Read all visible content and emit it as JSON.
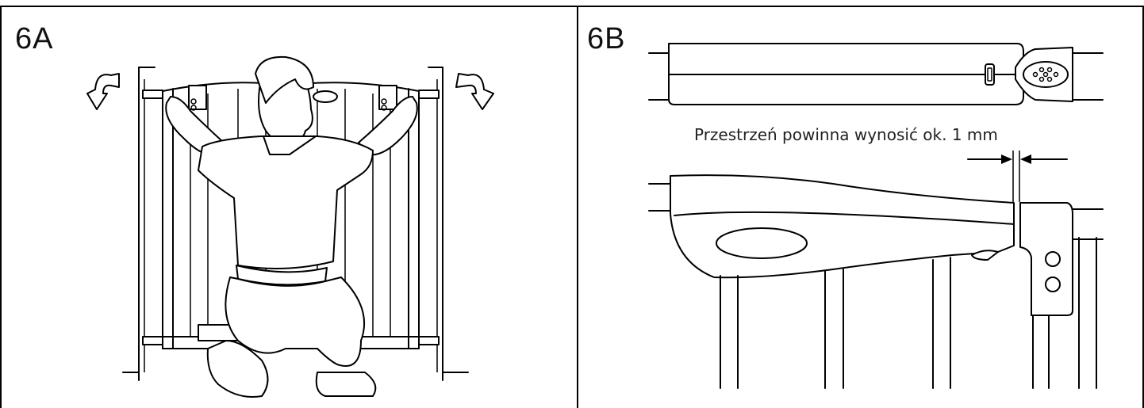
{
  "panels": {
    "left": {
      "label": "6A"
    },
    "right": {
      "label": "6B",
      "caption": "Przestrzeń powinna wynosić ok. 1 mm"
    }
  }
}
